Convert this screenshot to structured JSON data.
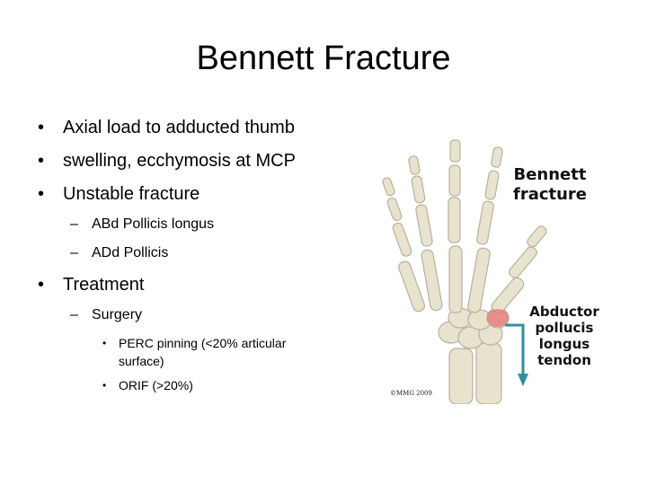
{
  "slide": {
    "title": "Bennett Fracture",
    "bullets": [
      {
        "text": "Axial load to adducted thumb"
      },
      {
        "text": "swelling, ecchymosis at MCP"
      },
      {
        "text": "Unstable fracture",
        "sub": [
          "ABd Pollicis longus",
          "ADd Pollicis"
        ]
      },
      {
        "text": "Treatment",
        "sub": [
          "Surgery"
        ],
        "subsub": [
          "PERC pinning (<20% articular surface)",
          "ORIF (>20%)"
        ]
      }
    ],
    "bullet_glyph": "•",
    "dash_glyph": "–"
  },
  "illustration": {
    "label_line1": "Bennett",
    "label_line2": "fracture",
    "tendon_line1": "Abductor",
    "tendon_line2": "pollucis",
    "tendon_line3": "longus",
    "tendon_line4": "tendon",
    "copyright": "©MMG 2009",
    "colors": {
      "bone": "#e8e3cf",
      "bone_outline": "#b8b29a",
      "fracture": "#e57373",
      "tendon": "#2f8f9d"
    }
  }
}
